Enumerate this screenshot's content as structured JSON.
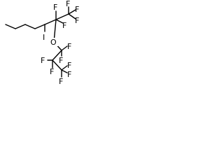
{
  "structure": {
    "atoms": {
      "iodine": "I",
      "oxygen": "O",
      "fluorine": "F"
    }
  }
}
